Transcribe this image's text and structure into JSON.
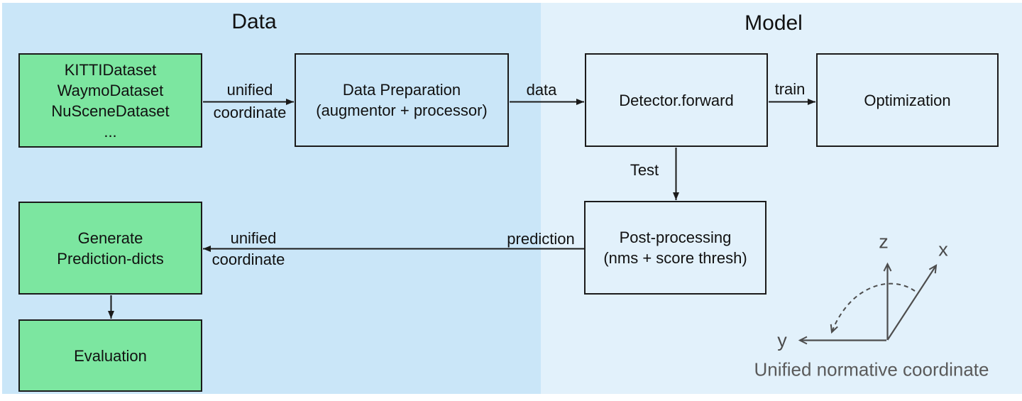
{
  "regions": {
    "data": {
      "title": "Data"
    },
    "model": {
      "title": "Model"
    }
  },
  "nodes": {
    "datasets": {
      "lines": [
        "KITTIDataset",
        "WaymoDataset",
        "NuSceneDataset",
        "..."
      ]
    },
    "data_preparation": {
      "lines": [
        "Data Preparation",
        "(augmentor + processor)"
      ]
    },
    "detector_forward": {
      "label": "Detector.forward"
    },
    "optimization": {
      "label": "Optimization"
    },
    "post_processing": {
      "lines": [
        "Post-processing",
        "(nms + score thresh)"
      ]
    },
    "generate_prediction_dicts": {
      "lines": [
        "Generate",
        "Prediction-dicts"
      ]
    },
    "evaluation": {
      "label": "Evaluation"
    }
  },
  "edge_labels": {
    "datasets_to_preparation": {
      "line1": "unified",
      "line2": "coordinate"
    },
    "preparation_to_detector": {
      "label": "data"
    },
    "detector_to_optimization": {
      "label": "train"
    },
    "detector_to_postprocessing": {
      "label": "Test"
    },
    "postprocessing_to_generate": {
      "prediction": "prediction",
      "line1": "unified",
      "line2": "coordinate"
    }
  },
  "coordinate_axes": {
    "z_label": "z",
    "x_label": "x",
    "y_label": "y",
    "caption": "Unified normative coordinate"
  },
  "colors": {
    "data_panel": "#cae6f8",
    "model_panel": "#e2f1fb",
    "green_node": "#7ce6a0",
    "node_border": "#1b1b1b",
    "arrow_black": "#1a1a1a",
    "axes_gray": "#4d4d4d",
    "caption_gray": "#5a5a5a"
  }
}
